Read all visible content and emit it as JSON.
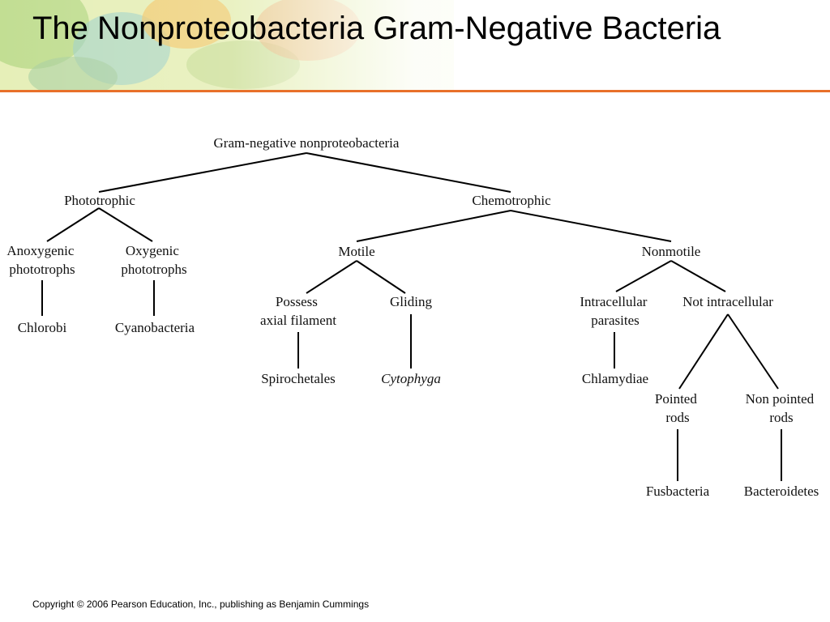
{
  "title": "The Nonproteobacteria Gram-Negative Bacteria",
  "footer": {
    "copyright": "Copyright © 2006 Pearson Education, Inc., publishing as Benjamin Cummings"
  },
  "colors": {
    "accent_rule": "#e8702a"
  },
  "tree": {
    "root": "Gram-negative nonproteobacteria",
    "phototrophic": "Phototrophic",
    "chemotrophic": "Chemotrophic",
    "anoxygenic": [
      "Anoxygenic",
      "phototrophs"
    ],
    "oxygenic": [
      "Oxygenic",
      "phototrophs"
    ],
    "chlorobi": "Chlorobi",
    "cyanobacteria": "Cyanobacteria",
    "motile": "Motile",
    "nonmotile": "Nonmotile",
    "axial": [
      "Possess",
      "axial filament"
    ],
    "gliding": "Gliding",
    "spirochetales": "Spirochetales",
    "cytophyga": "Cytophyga",
    "intracellular": [
      "Intracellular",
      "parasites"
    ],
    "not_intracellular": "Not intracellular",
    "chlamydiae": "Chlamydiae",
    "pointed": [
      "Pointed",
      "rods"
    ],
    "nonpointed": [
      "Non pointed",
      "rods"
    ],
    "fusbacteria": "Fusbacteria",
    "bacteroidetes": "Bacteroidetes"
  }
}
